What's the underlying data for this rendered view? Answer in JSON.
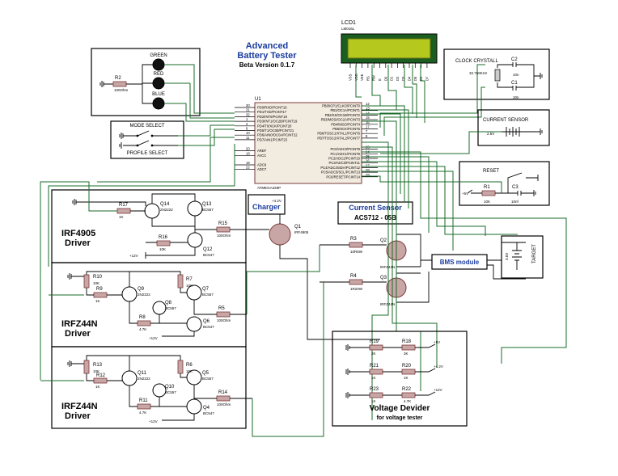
{
  "title": {
    "line1": "Advanced",
    "line2": "Battery Tester",
    "line3": "Beta Version 0.1.7"
  },
  "lcd": {
    "name": "LCD1",
    "part": "LM016L",
    "pins": [
      "VSS",
      "VDD",
      "VEE",
      "RS",
      "RW",
      "E",
      "D0",
      "D1",
      "D2",
      "D3",
      "D4",
      "D5",
      "D6",
      "D7"
    ]
  },
  "leds": {
    "green": "GREEN",
    "red": "RED",
    "blue": "BLUE",
    "r2": "R2",
    "r2v": "100Ohm"
  },
  "switches": {
    "mode": "MODE SELECT",
    "profile": "PROFILE SELECT"
  },
  "mcu": {
    "name": "U1",
    "part": "ATMEGA328P",
    "left_pins": [
      {
        "n": "30",
        "t": "PD0/RXD/PCINT16"
      },
      {
        "n": "31",
        "t": "PD1/TXD/PCINT17"
      },
      {
        "n": "32",
        "t": "PD2/INT0/PCINT18"
      },
      {
        "n": "1",
        "t": "PD3/INT1/OC2B/PCINT19"
      },
      {
        "n": "2",
        "t": "PD4/T0/XCK/PCINT20"
      },
      {
        "n": "9",
        "t": "PD5/T1/OC0B/PCINT21"
      },
      {
        "n": "10",
        "t": "PD6/AIN0/OC0A/PCINT22"
      },
      {
        "n": "11",
        "t": "PD7/AIN1/PCINT23"
      },
      {
        "n": "20",
        "t": "AREF"
      },
      {
        "n": "18",
        "t": "AVCC"
      },
      {
        "n": "19",
        "t": "ADC6"
      },
      {
        "n": "22",
        "t": "ADC7"
      }
    ],
    "right_pins": [
      {
        "n": "12",
        "t": "PB0/ICP1/CLKO/PCINT0"
      },
      {
        "n": "13",
        "t": "PB1/OC1A/PCINT1"
      },
      {
        "n": "14",
        "t": "PB2/SS/OC1B/PCINT2"
      },
      {
        "n": "15",
        "t": "PB3/MOSI/OC2A/PCINT3"
      },
      {
        "n": "16",
        "t": "PB4/MISO/PCINT4"
      },
      {
        "n": "17",
        "t": "PB5/SCK/PCINT5"
      },
      {
        "n": "7",
        "t": "PB6/TOSC1/XTAL1/PCINT6"
      },
      {
        "n": "8",
        "t": "PB7/TOSC2/XTAL2/PCINT7"
      },
      {
        "n": "23",
        "t": "PC0/ADC0/PCINT8"
      },
      {
        "n": "24",
        "t": "PC1/ADC1/PCINT9"
      },
      {
        "n": "25",
        "t": "PC2/ADC2/PCINT10"
      },
      {
        "n": "26",
        "t": "PC3/ADC3/PCINT11"
      },
      {
        "n": "27",
        "t": "PC4/ADC4/SDA/PCINT12"
      },
      {
        "n": "28",
        "t": "PC5/ADC5/SCL/PCINT13"
      },
      {
        "n": "29",
        "t": "PC6/RESET/PCINT14"
      }
    ]
  },
  "clock": {
    "title": "CLOCK CRYSTALL",
    "x1": "X1",
    "freq": "32.768KHz",
    "c2": "C2",
    "c1": "C1",
    "cv": "10n"
  },
  "current_sensor_box": {
    "title": "CURRENT SENSOR",
    "v": "2.5V"
  },
  "reset": {
    "title": "RESET",
    "v": "+5V",
    "r1": "R1",
    "r1v": "10K",
    "c3": "C3",
    "c3v": "10nf"
  },
  "charger": {
    "label": "Charger",
    "v": "+4.2V",
    "q1": "Q1",
    "q1p": "IRF4905"
  },
  "current_sensor": {
    "line1": "Current Sensor",
    "line2": "ACS712 - 05B"
  },
  "bms": {
    "label": "BMS module"
  },
  "target": {
    "label": "TARGET",
    "v": "3.6V"
  },
  "q2": {
    "r3": "R3",
    "r3v": "10R5W",
    "q": "Q2",
    "p": "IRFZ44N"
  },
  "q3": {
    "r4": "R4",
    "r4v": "1R20W",
    "q": "Q3",
    "p": "IRFZ44N"
  },
  "driver1": {
    "l1": "IRF4905",
    "l2": "Driver",
    "r17": "R17",
    "r17v": "1K",
    "q14": "Q14",
    "q14p": "2N2222",
    "q13": "Q13",
    "q13p": "BC557",
    "r15": "R15",
    "r15v": "100Ohm",
    "r16": "R16",
    "r16v": "10K",
    "q12": "Q12",
    "q12p": "BC547",
    "v": "+12V"
  },
  "driver2": {
    "l1": "IRFZ44N",
    "l2": "Driver",
    "r10": "R10",
    "r10v": "10K",
    "r9": "R9",
    "r9v": "1K",
    "q9": "Q9",
    "q9p": "2N2222",
    "r7": "R7",
    "r7v": "10K",
    "q7": "Q7",
    "q7p": "BC557",
    "q8": "Q8",
    "q8p": "BC557",
    "r8": "R8",
    "r8v": "4.7K",
    "q6": "Q6",
    "q6p": "BC547",
    "r5": "R5",
    "r5v": "100Ohm",
    "v": "+12V"
  },
  "driver3": {
    "l1": "IRFZ44N",
    "l2": "Driver",
    "r13": "R13",
    "r13v": "10K",
    "r12": "R12",
    "r12v": "1K",
    "q11": "Q11",
    "q11p": "2N2222",
    "r6": "R6",
    "r6v": "10K",
    "q5": "Q5",
    "q5p": "BC557",
    "q10": "Q10",
    "q10p": "BC557",
    "r11": "R11",
    "r11v": "4.7K",
    "q4": "Q4",
    "q4p": "BC547",
    "r14": "R14",
    "r14v": "100Ohm",
    "v": "+12V"
  },
  "divider": {
    "title": "Voltage Devider",
    "sub": "for voltage tester",
    "r19": "R19",
    "r19v": "2K",
    "r18": "R18",
    "r18v": "3K",
    "v1": "+5V",
    "r21": "R21",
    "r21v": "1K",
    "r20": "R20",
    "r20v": "1K",
    "v2": "+4.2V",
    "r23": "R23",
    "r23v": "1K",
    "r22": "R22",
    "r22v": "4.7K",
    "v3": "+12V"
  }
}
